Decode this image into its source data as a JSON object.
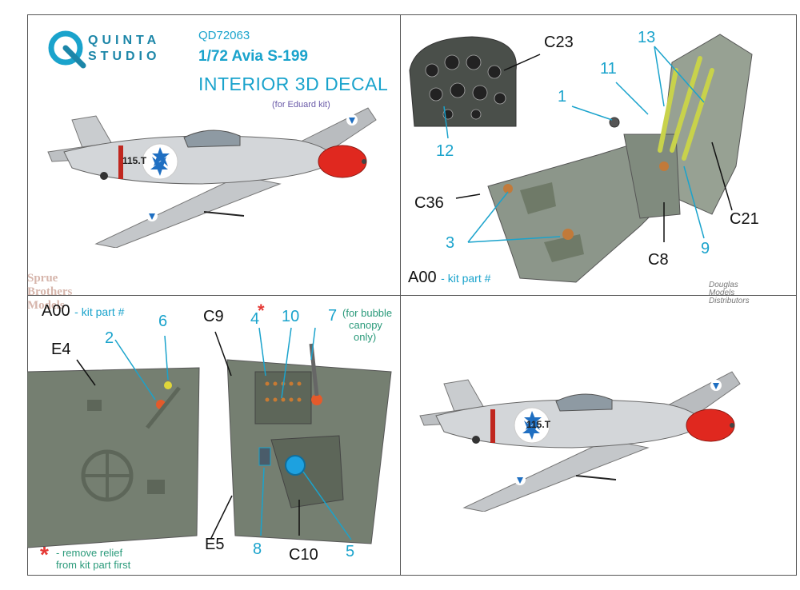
{
  "brand": {
    "line1": "QUINTA",
    "line2": "STUDIO"
  },
  "header": {
    "code": "QD72063",
    "model": "1/72 Avia S-199",
    "product": "INTERIOR 3D DECAL",
    "note": "(for Eduard kit)"
  },
  "aircraft_marking": "115.T",
  "watermark": {
    "line1": "Sprue",
    "line2": "Brothers",
    "line3": "Models"
  },
  "distributor": {
    "line1": "Douglas",
    "line2": "Models",
    "line3": "Distributors"
  },
  "kit_part_label": {
    "code": "A00",
    "text": "- kit part #"
  },
  "top_right_labels": {
    "C23": "C23",
    "C36": "C36",
    "C21": "C21",
    "C8": "C8",
    "n1": "1",
    "n3": "3",
    "n9": "9",
    "n11": "11",
    "n12": "12",
    "n13": "13"
  },
  "bottom_left_labels": {
    "E4": "E4",
    "E5": "E5",
    "C9": "C9",
    "C10": "C10",
    "n2": "2",
    "n4": "4",
    "n5": "5",
    "n6": "6",
    "n7": "7",
    "n8": "8",
    "n10": "10"
  },
  "bubble_note": {
    "line1": "(for bubble",
    "line2": "canopy",
    "line3": "only)"
  },
  "star_symbol": "*",
  "remove_note": {
    "line1": "- remove relief",
    "line2": "from kit part first"
  },
  "colors": {
    "accent": "#1aa3cc",
    "olive": "#6f7a68",
    "nose_red": "#e0281f",
    "star_blue": "#1f6fc2"
  }
}
